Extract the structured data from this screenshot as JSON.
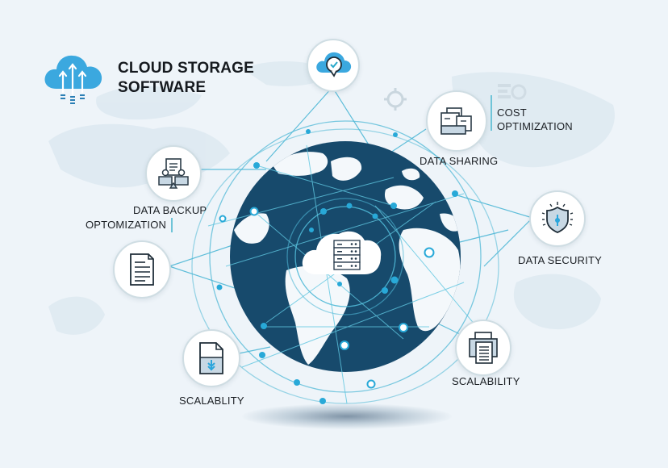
{
  "header": {
    "title_line1": "CLOUD STORAGE",
    "title_line2": "SOFTWARE",
    "logo_icon": "cloud-upload-icon"
  },
  "colors": {
    "background": "#eef4f9",
    "globe_ocean": "#174a6c",
    "globe_land": "#f4f8fb",
    "network_line": "#4fb8d6",
    "node_dot": "#28a9d8",
    "accent_blue": "#3aa6dc",
    "node_border": "#cfdde3",
    "text": "#1b1f24"
  },
  "center": {
    "icon": "cloud-server-icon"
  },
  "features": [
    {
      "id": "top",
      "icon": "cloud-check-pin-icon",
      "label": ""
    },
    {
      "id": "data-sharing",
      "icon": "file-folders-icon",
      "label": "DATA SHARING"
    },
    {
      "id": "cost-optimization",
      "icon": "settings-list-icon",
      "label_line1": "COST",
      "label_line2": "OPTIMIZATION"
    },
    {
      "id": "data-backup",
      "icon": "users-document-icon",
      "label_line1": "DATA BACKUP",
      "label_line2": "OPTOMIZATION"
    },
    {
      "id": "data-security",
      "icon": "shield-icon",
      "label": "DATA SECURITY"
    },
    {
      "id": "document",
      "icon": "document-icon",
      "label": ""
    },
    {
      "id": "scalability-left",
      "icon": "file-download-icon",
      "label": "SCALABLITY"
    },
    {
      "id": "scalability-right",
      "icon": "stacked-documents-icon",
      "label": "SCALABILITY"
    }
  ]
}
